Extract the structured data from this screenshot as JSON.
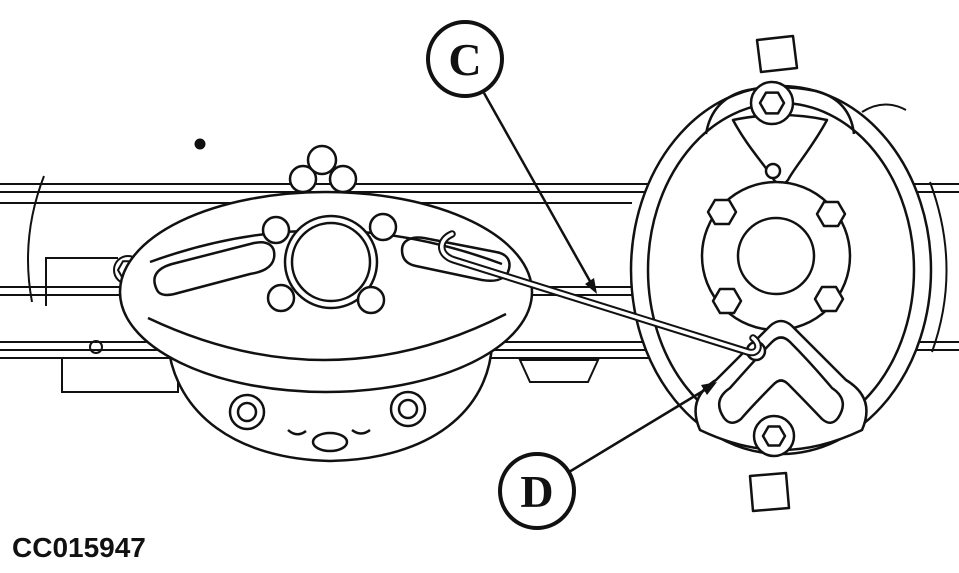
{
  "diagram": {
    "callouts": [
      {
        "label": "C"
      },
      {
        "label": "D"
      }
    ],
    "figure_code": "CC015947"
  },
  "colors": {
    "line": "#111111",
    "background": "#ffffff"
  }
}
